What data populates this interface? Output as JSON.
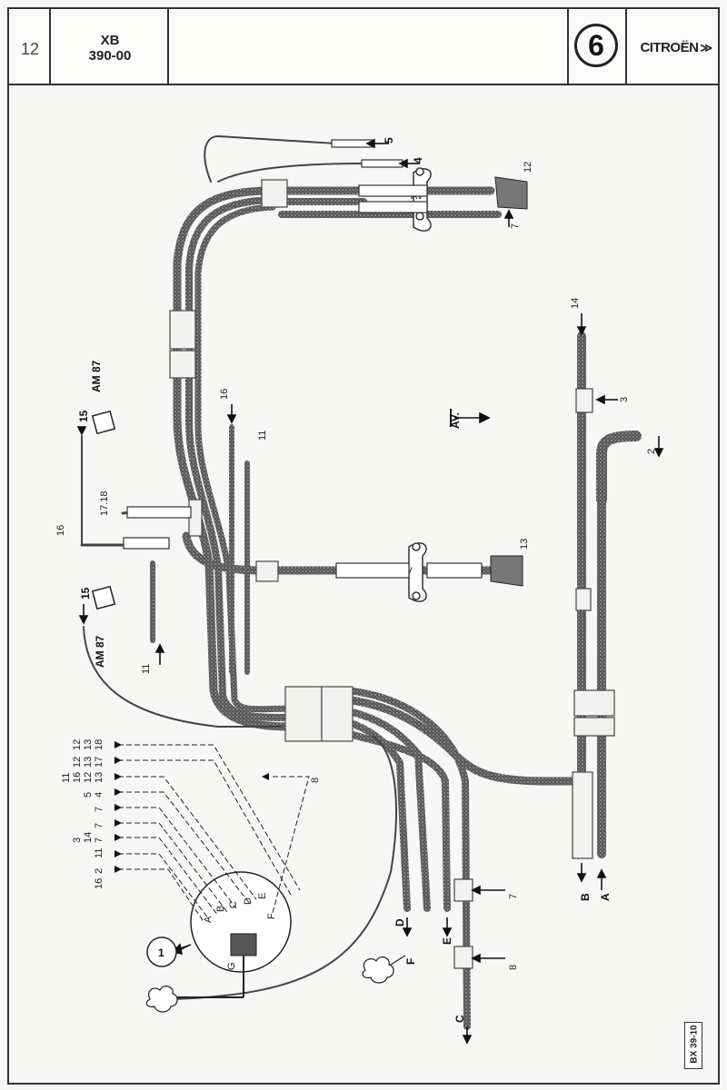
{
  "header": {
    "page_number": "12",
    "code_line1": "XB",
    "code_line2": "390-00",
    "group_number": "6",
    "brand": "CITROËN",
    "brand_mark": "chevrons-icon"
  },
  "diagram": {
    "direction_label": "AV.",
    "clamp_label": "AV",
    "box_labels": [
      "AM 87",
      "AM 87"
    ],
    "top_callouts": [
      "5",
      "4",
      "12",
      "7"
    ],
    "mid_callouts": [
      "16",
      "11",
      "15",
      "17.18",
      "16",
      "15",
      "11",
      "13"
    ],
    "right_callouts": [
      "14",
      "3",
      "2",
      "B",
      "A"
    ],
    "bottom_callouts": [
      "D",
      "F",
      "E",
      "7",
      "8",
      "C"
    ],
    "valve_letters": [
      "A",
      "B",
      "C",
      "D",
      "E",
      "F",
      "G"
    ],
    "valve_number": "1",
    "left_column": [
      [
        "12",
        "13",
        "18"
      ],
      [
        "12",
        "13",
        "17"
      ],
      [
        "11",
        "16",
        "12",
        "13"
      ],
      [
        "5",
        "4"
      ],
      [
        "7"
      ],
      [
        "7"
      ],
      [
        "3",
        "14",
        "7"
      ],
      [
        "11"
      ],
      [
        "2"
      ],
      [
        "16"
      ]
    ],
    "eight_label": "8"
  },
  "reference": "BX 39-10",
  "colors": {
    "ink": "#222222",
    "paper": "#f7f7f5",
    "hose": "#3a3a3a"
  }
}
